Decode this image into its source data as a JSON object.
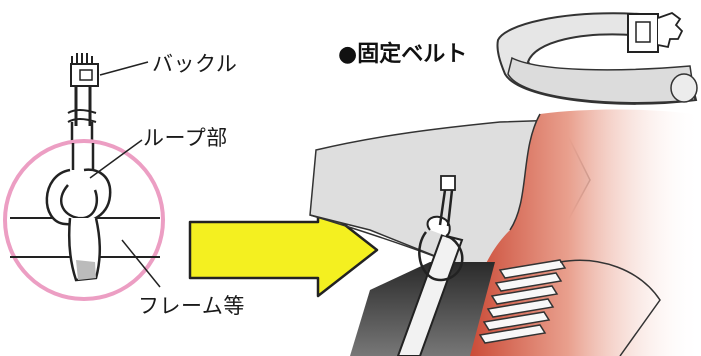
{
  "title": "●固定ベルト",
  "labels": {
    "buckle": "バックル",
    "loop": "ループ部",
    "frame": "フレーム等"
  },
  "colors": {
    "arrow_fill": "#f4f020",
    "circle_stroke": "#ec9ec3",
    "body_shade": "#c94a38",
    "panel_gray": "#d8d8d8"
  }
}
